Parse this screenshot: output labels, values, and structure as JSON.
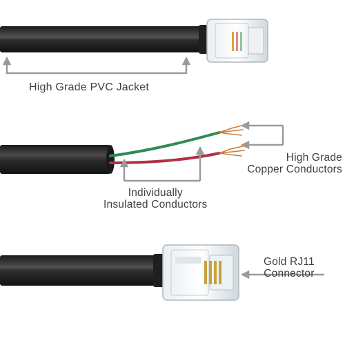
{
  "callouts": {
    "jacket": "High Grade PVC Jacket",
    "copper_line1": "High Grade",
    "copper_line2": "Copper Conductors",
    "insulated_line1": "Individually",
    "insulated_line2": "Insulated Conductors",
    "rj11_line1": "Gold RJ11",
    "rj11_line2": "Connector"
  },
  "colors": {
    "cable": "#2a2a2a",
    "arrow": "#9a9a9a",
    "label": "#3f3f3f",
    "wire_green": "#2e8b57",
    "wire_red": "#b0304a",
    "copper": "#c97a3a"
  },
  "icons": [
    "arrow-icon"
  ]
}
